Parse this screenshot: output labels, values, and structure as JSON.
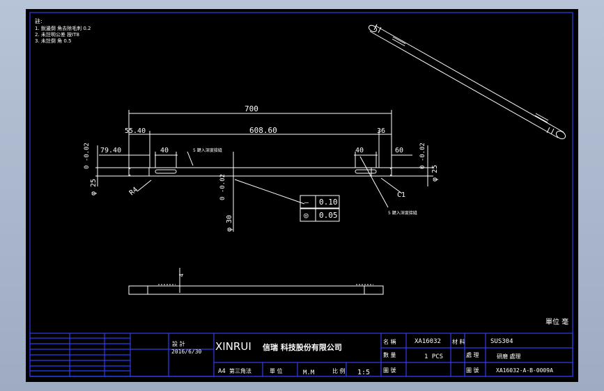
{
  "notes": {
    "header": "註:",
    "lines": [
      "1. 銳邊倒 角去除毛刺 0.2",
      "2. 未註明公差 按IT8",
      "3. 未註倒 角 0.5"
    ]
  },
  "dims": {
    "overall": "700",
    "left_offset": "55.40",
    "middle": "608.60",
    "right_offset": "36",
    "left_79": "79.40",
    "left_slot": "40",
    "right_slot": "40",
    "right_60": "60",
    "tol_left": "0 -0.02",
    "tol_right": "0 -0.02",
    "dia_left": "φ 25",
    "dia_right": "φ 25",
    "dia_center": "φ 30",
    "tol_center": "0 -0.02",
    "radius": "R4",
    "chamfer": "C1",
    "slot_note_left": "5  鍵入深度接縫",
    "slot_note_right": "5  鍵入深度接縫",
    "top_view_dim": "4"
  },
  "gdt": [
    {
      "symbol": "—",
      "value": "0.10"
    },
    {
      "symbol": "◎",
      "value": "0.05"
    }
  ],
  "title_block": {
    "company_en": "XINRUI",
    "company_cn": "信瑞 科技股份有限公司",
    "designer": "設 計",
    "date": "2016/6/30",
    "sheet_size": "A4",
    "projection": "第三角法",
    "unit_label": "單 位",
    "unit": "M.M",
    "scale_label": "比 例",
    "scale": "1:5",
    "name_label": "名 稱",
    "name": "XA16032",
    "material_label": "材 料",
    "material": "SUS304",
    "qty_label": "數 量",
    "qty": "1  PCS",
    "finish_label": "處 理",
    "finish": "研磨 處理",
    "drawing_no_label": "圖 號",
    "drawing_no": "XA16032-A-B-0009A",
    "unit_stamp": "單位 毫"
  },
  "colors": {
    "border": "#2e3cf0",
    "line": "#ffffff",
    "background": "#000000",
    "frame": "#a7b3c9"
  }
}
